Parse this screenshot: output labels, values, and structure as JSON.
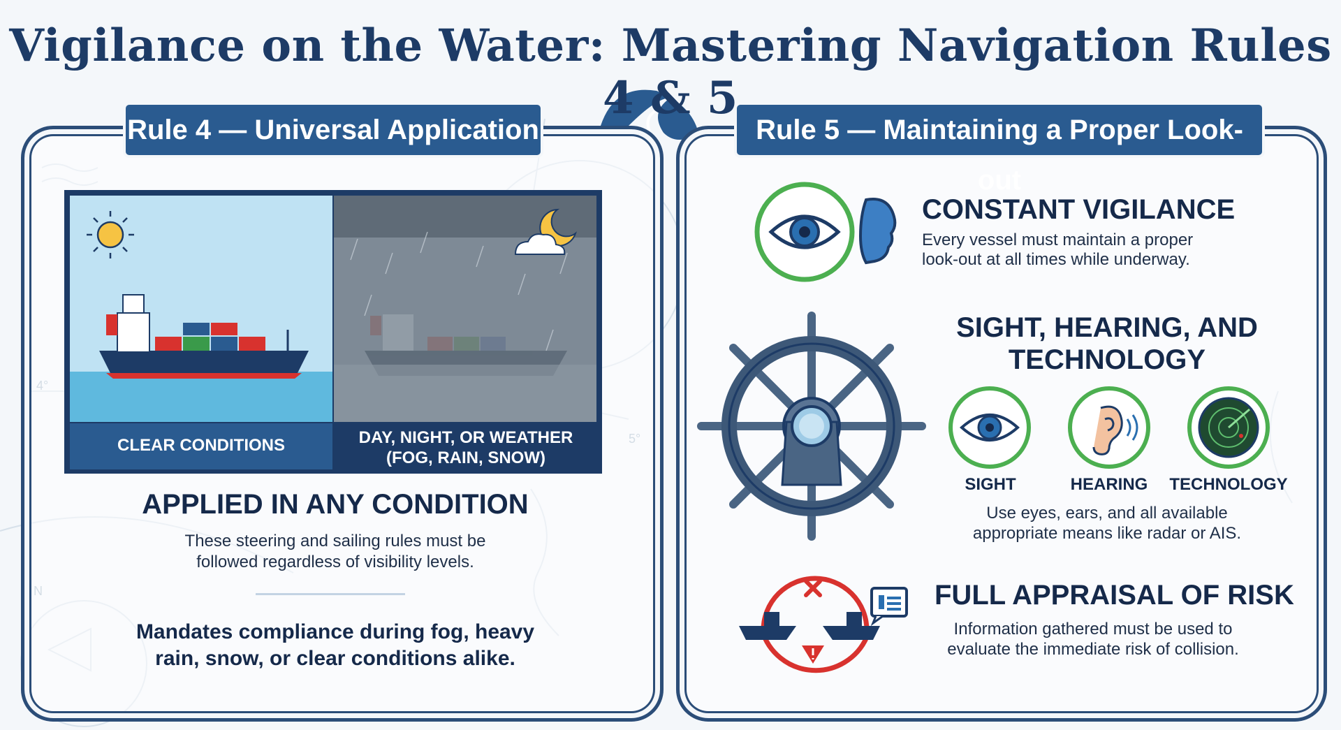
{
  "title": "Vigilance on the Water: Mastering Navigation Rules 4 & 5",
  "rule4": {
    "heading": "Rule 4 — Universal Application",
    "scene_left_label": "CLEAR CONDITIONS",
    "scene_right_label_line1": "DAY, NIGHT, OR WEATHER",
    "scene_right_label_line2": "(FOG, RAIN, SNOW)",
    "applied_title": "APPLIED IN ANY CONDITION",
    "applied_desc_line1": "These steering and sailing rules must be",
    "applied_desc_line2": "followed regardless of visibility levels.",
    "mandate_line1": "Mandates compliance during fog, heavy",
    "mandate_line2": "rain, snow, or clear conditions alike."
  },
  "rule5": {
    "heading": "Rule 5 — Maintaining a Proper Look-out",
    "vigilance_title": "CONSTANT VIGILANCE",
    "vigilance_desc_line1": "Every vessel must maintain a proper",
    "vigilance_desc_line2": "look-out at all times while underway.",
    "senses_title_line1": "SIGHT, HEARING, AND",
    "senses_title_line2": "TECHNOLOGY",
    "senses": [
      {
        "label": "SIGHT",
        "icon": "eye-icon"
      },
      {
        "label": "HEARING",
        "icon": "ear-icon"
      },
      {
        "label": "TECHNOLOGY",
        "icon": "radar-icon"
      }
    ],
    "senses_desc_line1": "Use eyes, ears, and all available",
    "senses_desc_line2": "appropriate means like radar or AIS.",
    "risk_title": "FULL APPRAISAL OF RISK",
    "risk_desc_line1": "Information gathered must be used to",
    "risk_desc_line2": "evaluate the immediate risk of collision."
  },
  "map_marks": {
    "left": "4°",
    "right": "5°",
    "north": "N"
  },
  "colors": {
    "navy": "#1d3b66",
    "tab_blue": "#2a5b90",
    "accent_green": "#4caf50",
    "alert_red": "#d8322e"
  }
}
